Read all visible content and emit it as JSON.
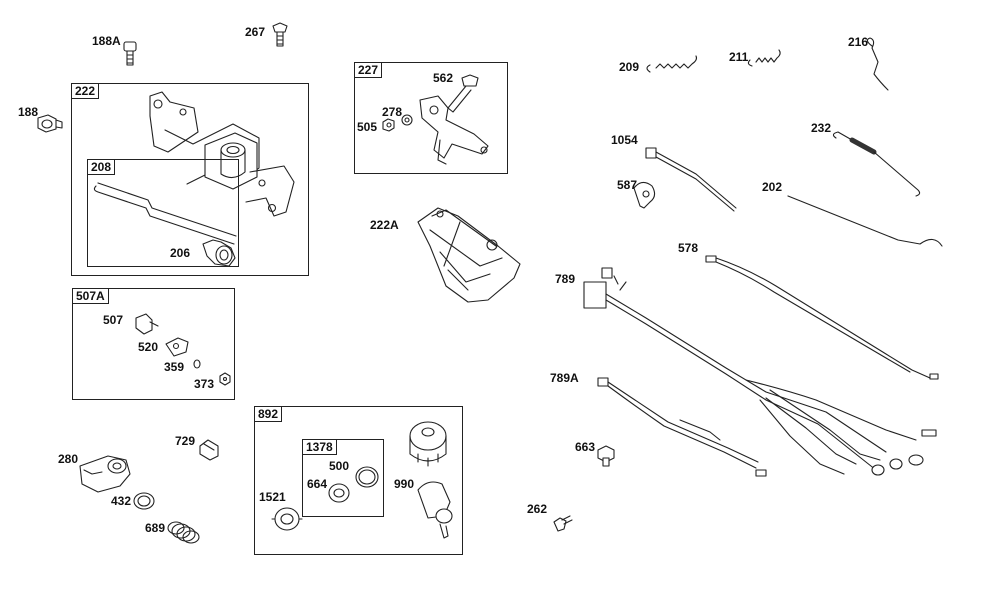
{
  "groups": {
    "g222": "222",
    "g208": "208",
    "g227": "227",
    "g507A": "507A",
    "g892": "892",
    "g1378": "1378"
  },
  "parts": {
    "p188A": "188A",
    "p267": "267",
    "p188": "188",
    "p206": "206",
    "p562": "562",
    "p278": "278",
    "p505": "505",
    "p222A": "222A",
    "p507": "507",
    "p520": "520",
    "p359": "359",
    "p373": "373",
    "p280": "280",
    "p729": "729",
    "p432": "432",
    "p689": "689",
    "p500": "500",
    "p664": "664",
    "p1521": "1521",
    "p990": "990",
    "p209": "209",
    "p211": "211",
    "p216": "216",
    "p232": "232",
    "p1054": "1054",
    "p587": "587",
    "p202": "202",
    "p578": "578",
    "p789": "789",
    "p789A": "789A",
    "p663": "663",
    "p262": "262"
  }
}
